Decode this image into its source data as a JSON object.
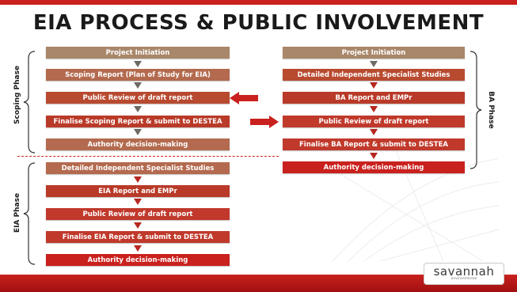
{
  "title": "EIA  PROCESS & PUBLIC INVOLVEMENT",
  "phases": {
    "scoping": "Scoping Phase",
    "eia": "EIA Phase",
    "ba": "BA Phase"
  },
  "left_steps": [
    "Project Initiation",
    "Scoping Report (Plan of Study for EIA)",
    "Public Review of draft report",
    "Finalise Scoping Report & submit to DESTEA",
    "Authority decision-making",
    "Detailed Independent Specialist Studies",
    "EIA Report and EMPr",
    "Public Review of draft report",
    "Finalise EIA Report & submit to DESTEA",
    "Authority decision-making"
  ],
  "right_steps": [
    "Project Initiation",
    "Detailed Independent Specialist Studies",
    "BA Report and EMPr",
    "Public Review of draft report",
    "Finalise BA Report & submit to DESTEA",
    "Authority  decision-making"
  ],
  "logo": {
    "wordmark": "savannah",
    "tagline": "environmental"
  },
  "colors": {
    "accent_red": "#c9211e",
    "tan": "#a9876a",
    "arrow_gray": "#6e6a63"
  }
}
